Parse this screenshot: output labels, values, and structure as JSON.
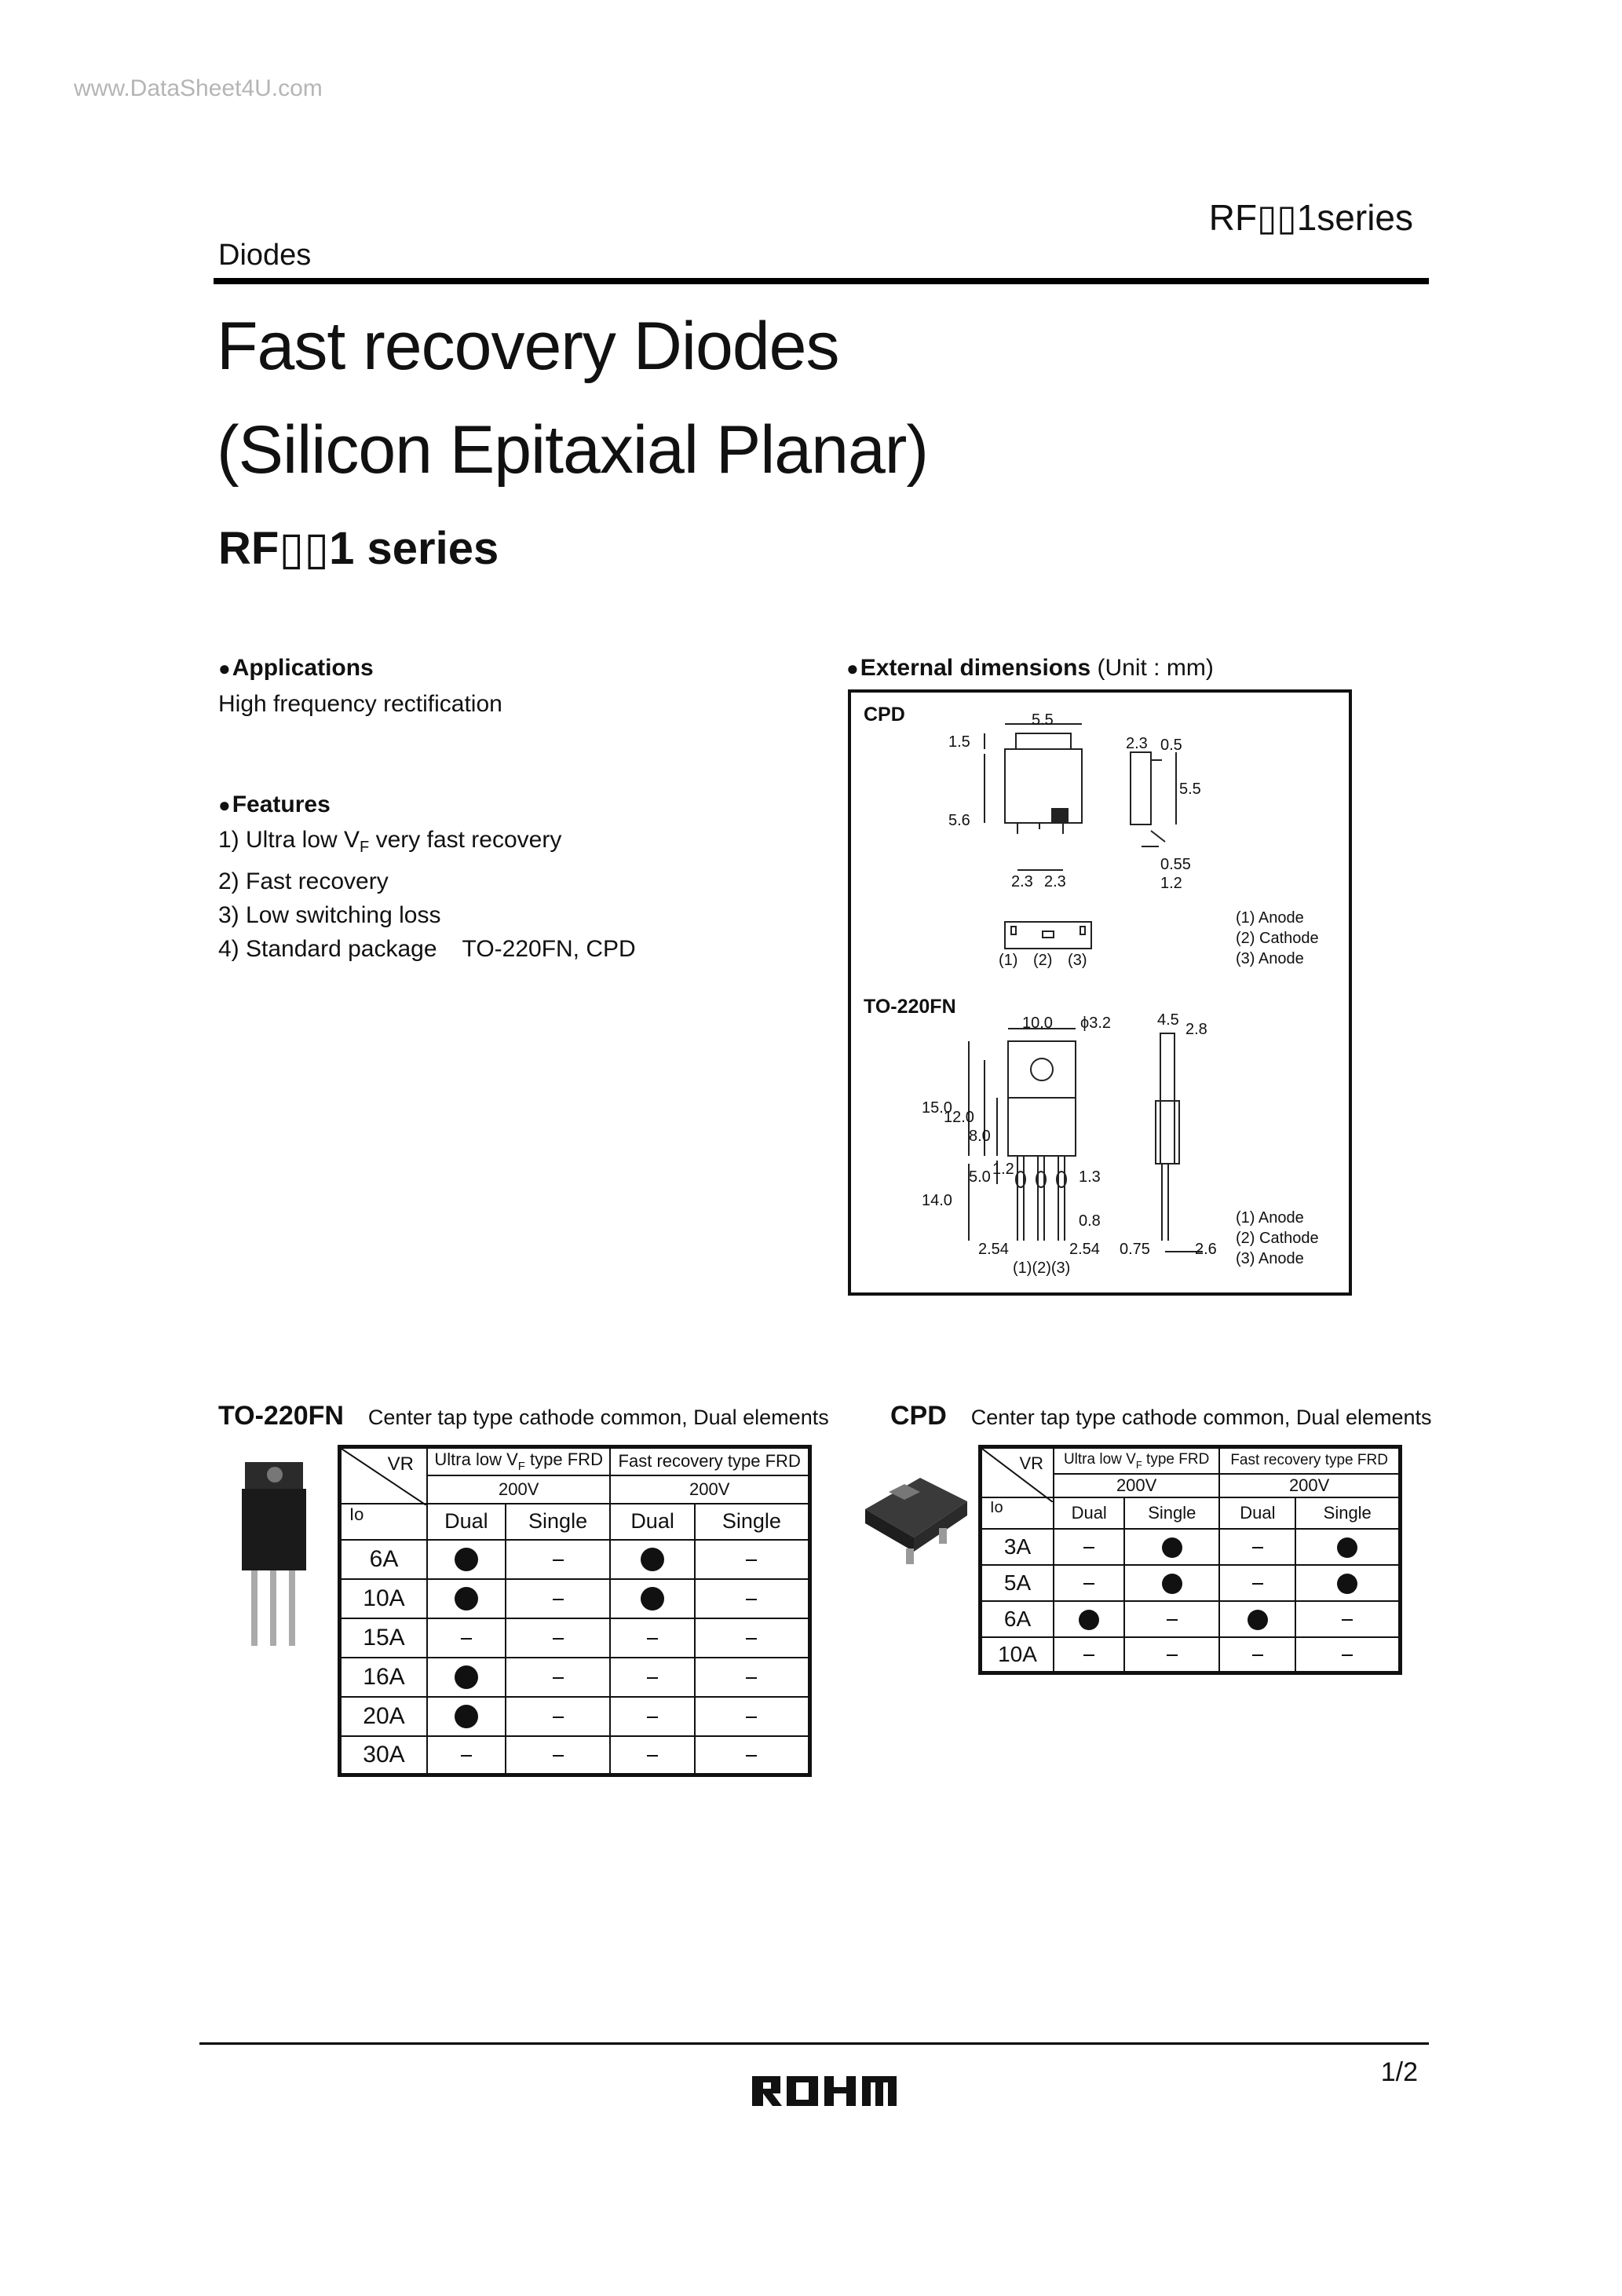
{
  "watermark": "www.DataSheet4U.com",
  "header": {
    "series_label": "RF▯▯1series",
    "category": "Diodes"
  },
  "title": {
    "line1": "Fast recovery Diodes",
    "line2": "(Silicon Epitaxial Planar)",
    "series": "RF▯▯1 series"
  },
  "applications": {
    "heading": "Applications",
    "text": "High frequency rectification"
  },
  "features": {
    "heading": "Features",
    "items": [
      {
        "prefix": "1) Ultra low V",
        "sub": "F",
        "suffix": " very fast recovery"
      },
      {
        "text": "2) Fast recovery"
      },
      {
        "text": "3) Low switching loss"
      },
      {
        "label": "4) Standard package",
        "value": "TO-220FN, CPD"
      }
    ]
  },
  "external_dimensions": {
    "heading": "External dimensions",
    "unit": "(Unit : mm)",
    "cpd": {
      "label": "CPD",
      "dims": [
        "5.5",
        "1.5",
        "5.6",
        "2.3",
        "2.3",
        "2.3",
        "0.5",
        "5.5",
        "0.55",
        "1.2"
      ],
      "pins_under": [
        "(1)",
        "(2)",
        "(3)"
      ],
      "legend": [
        "(1)  Anode",
        "(2)  Cathode",
        "(3)  Anode"
      ]
    },
    "to220": {
      "label": "TO-220FN",
      "dims": [
        "10.0",
        "ϕ3.2",
        "4.5",
        "2.8",
        "15.0",
        "12.0",
        "8.0",
        "5.0",
        "1.2",
        "1.3",
        "14.0",
        "0.8",
        "2.54",
        "2.54",
        "0.75",
        "2.6"
      ],
      "pins_under": "(1)(2)(3)",
      "legend": [
        "(1)  Anode",
        "(2)  Cathode",
        "(3)  Anode"
      ]
    }
  },
  "table_to220": {
    "title": "TO-220FN",
    "desc": "Center tap type cathode common, Dual elements",
    "corner_top": "VR",
    "corner_bottom": "Io",
    "group1_prefix": "Ultra low V",
    "group1_sub": "F",
    "group1_suffix": " type FRD",
    "group2": "Fast recovery type FRD",
    "voltage1": "200V",
    "voltage2": "200V",
    "cols": [
      "Dual",
      "Single",
      "Dual",
      "Single"
    ],
    "rows": [
      {
        "io": "6A",
        "cells": [
          "dot",
          "dash",
          "dot",
          "dash"
        ]
      },
      {
        "io": "10A",
        "cells": [
          "dot",
          "dash",
          "dot",
          "dash"
        ]
      },
      {
        "io": "15A",
        "cells": [
          "dash",
          "dash",
          "dash",
          "dash"
        ]
      },
      {
        "io": "16A",
        "cells": [
          "dot",
          "dash",
          "dash",
          "dash"
        ]
      },
      {
        "io": "20A",
        "cells": [
          "dot",
          "dash",
          "dash",
          "dash"
        ]
      },
      {
        "io": "30A",
        "cells": [
          "dash",
          "dash",
          "dash",
          "dash"
        ]
      }
    ]
  },
  "table_cpd": {
    "title": "CPD",
    "desc": "Center tap type cathode common, Dual elements",
    "corner_top": "VR",
    "corner_bottom": "Io",
    "group1_prefix": "Ultra low V",
    "group1_sub": "F",
    "group1_suffix": " type FRD",
    "group2": "Fast recovery type FRD",
    "voltage1": "200V",
    "voltage2": "200V",
    "cols": [
      "Dual",
      "Single",
      "Dual",
      "Single"
    ],
    "rows": [
      {
        "io": "3A",
        "cells": [
          "dash",
          "dot",
          "dash",
          "dot"
        ]
      },
      {
        "io": "5A",
        "cells": [
          "dash",
          "dot",
          "dash",
          "dot"
        ]
      },
      {
        "io": "6A",
        "cells": [
          "dot",
          "dash",
          "dot",
          "dash"
        ]
      },
      {
        "io": "10A",
        "cells": [
          "dash",
          "dash",
          "dash",
          "dash"
        ]
      }
    ]
  },
  "footer": {
    "page": "1/2",
    "logo_text": "ROHM"
  }
}
